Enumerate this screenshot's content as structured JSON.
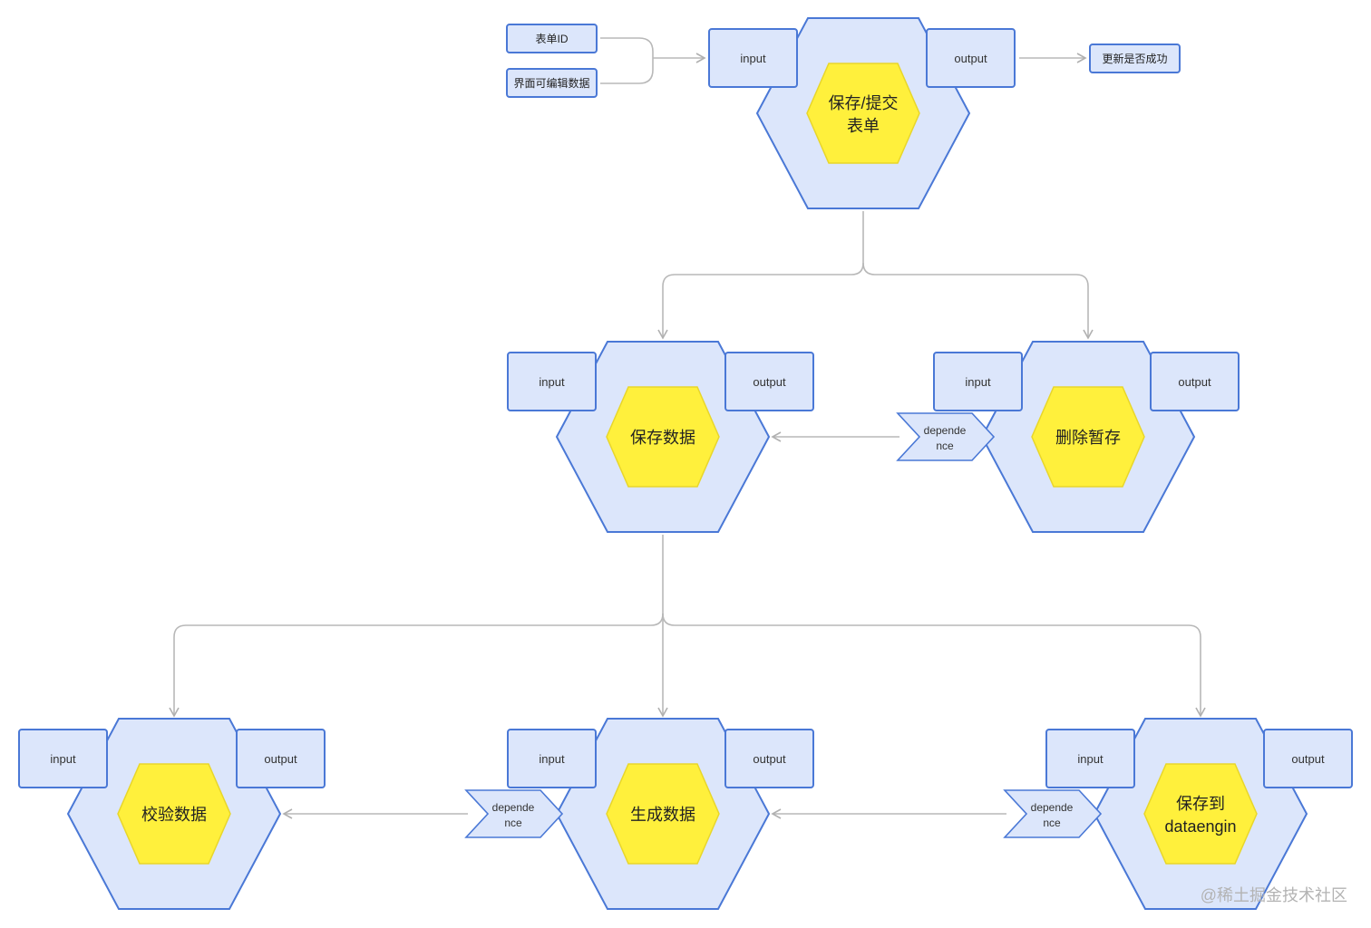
{
  "top_inputs": [
    "表单ID",
    "界面可编辑数据"
  ],
  "top_output_result": "更新是否成功",
  "port_labels": {
    "input": "input",
    "output": "output",
    "dependence": [
      "depende",
      "nce"
    ]
  },
  "nodes": {
    "submit_form": [
      "保存/提交",
      "表单"
    ],
    "save_data": [
      "保存数据"
    ],
    "delete_draft": [
      "删除暂存"
    ],
    "validate_data": [
      "校验数据"
    ],
    "generate_data": [
      "生成数据"
    ],
    "save_dataengin": [
      "保存到",
      "dataengin"
    ]
  },
  "watermark": "@稀土掘金技术社区",
  "colors": {
    "hex_fill": "#dce6fb",
    "hex_stroke": "#4a78d6",
    "core_fill": "#fff03c",
    "connector": "#b8b8b8"
  }
}
